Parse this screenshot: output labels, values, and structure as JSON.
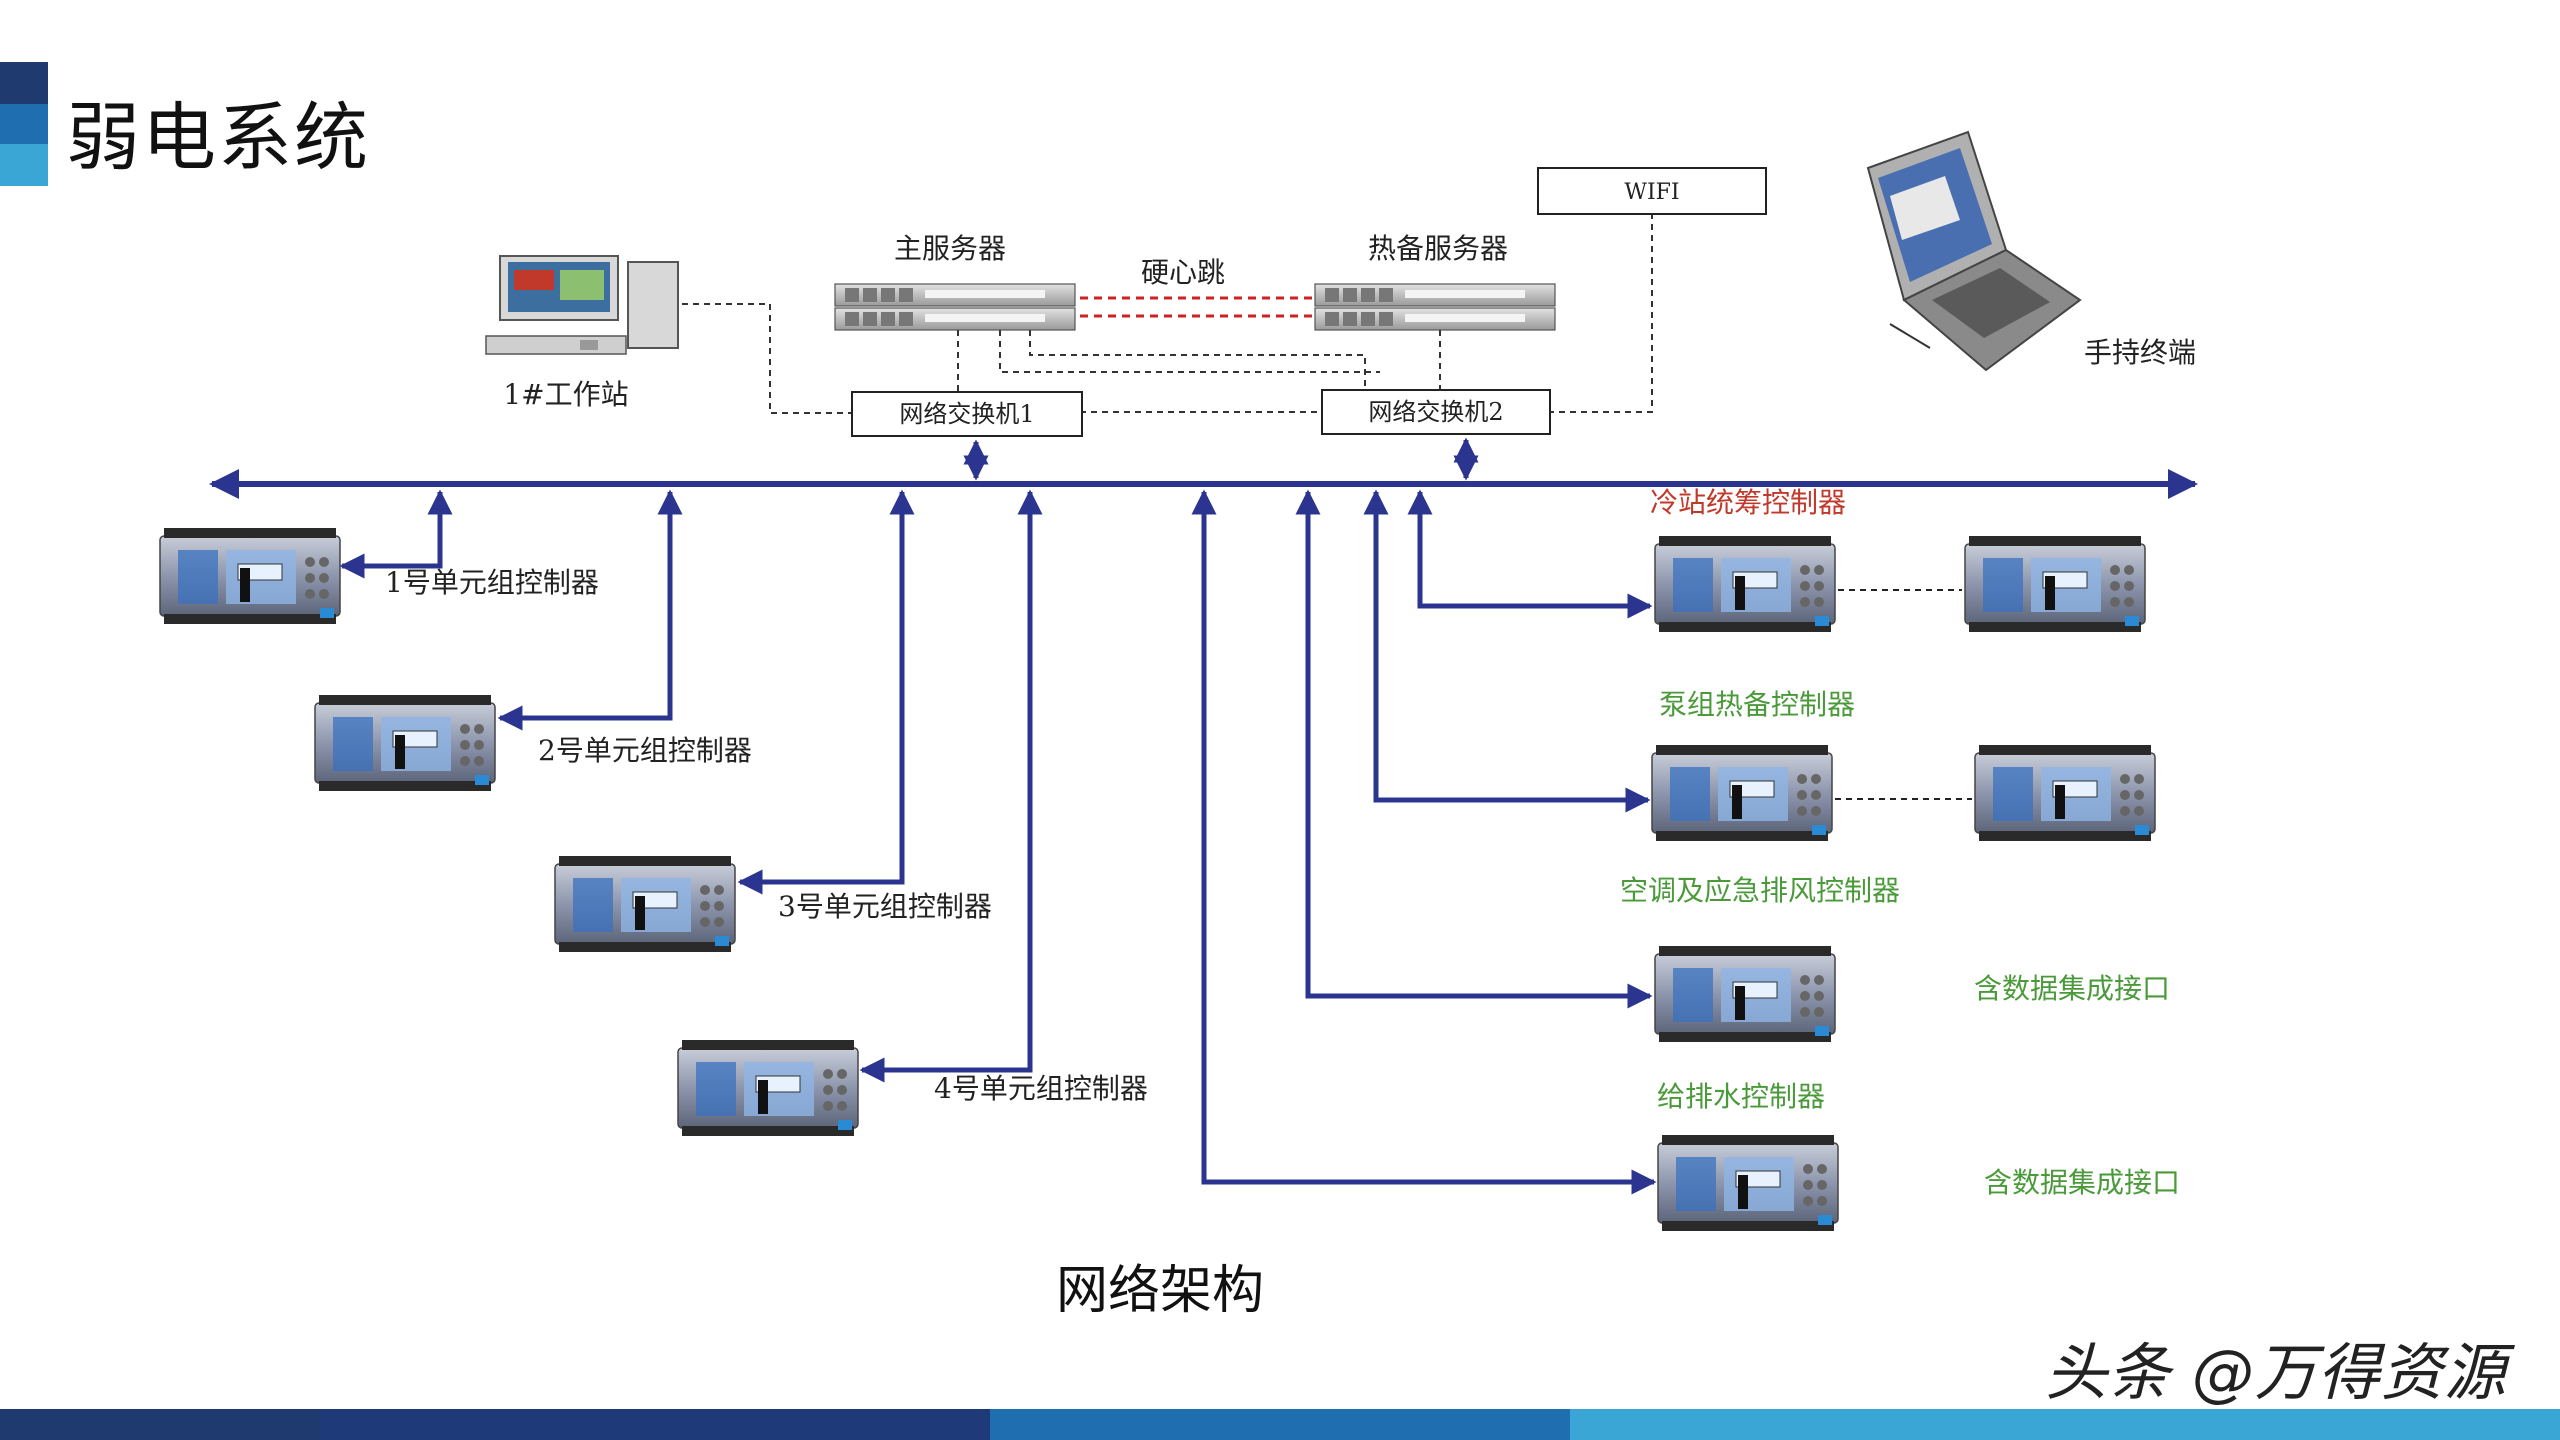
{
  "title": "弱电系统",
  "caption": "网络架构",
  "watermark": "头条 @万得资源",
  "colors": {
    "bus": "#2b3590",
    "heartbeat": "#cc2222",
    "red_label": "#c0392b",
    "green_label": "#4a9a3a",
    "dark_label": "#222222"
  },
  "diagram": {
    "servers": {
      "main": "主服务器",
      "hot_standby": "热备服务器",
      "heartbeat": "硬心跳"
    },
    "wifi": "WIFI",
    "switch_1": "网络交换机1",
    "switch_2": "网络交换机2",
    "workstation": "1#工作站",
    "handheld": "手持终端",
    "unit_controllers": [
      "1号单元组控制器",
      "2号单元组控制器",
      "3号单元组控制器",
      "4号单元组控制器"
    ],
    "right_labels": {
      "cooling_station": "冷站统筹控制器",
      "pump_standby": "泵组热备控制器",
      "hvac_exhaust": "空调及应急排风控制器",
      "data_interface_1": "含数据集成接口",
      "water_supply": "给排水控制器",
      "data_interface_2": "含数据集成接口"
    }
  }
}
